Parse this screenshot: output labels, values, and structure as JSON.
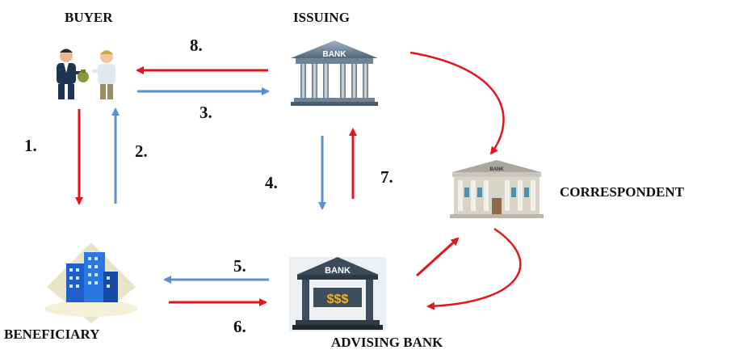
{
  "nodes": {
    "buyer": "BUYER",
    "issuing": "ISSUING",
    "correspondent": "CORRESPONDENT",
    "beneficiary": "BENEFICIARY",
    "advising": "ADVISING BANK"
  },
  "bank_signs": {
    "issuing": "BANK",
    "correspondent": "BANK",
    "advising": "BANK",
    "advising_money": "$$$"
  },
  "steps": {
    "s1": "1.",
    "s2": "2.",
    "s3": "3.",
    "s4": "4.",
    "s5": "5.",
    "s6": "6.",
    "s7": "7.",
    "s8": "8."
  },
  "colors": {
    "red_arrow": "#e8141c",
    "blue_arrow": "#5b8fcf"
  }
}
